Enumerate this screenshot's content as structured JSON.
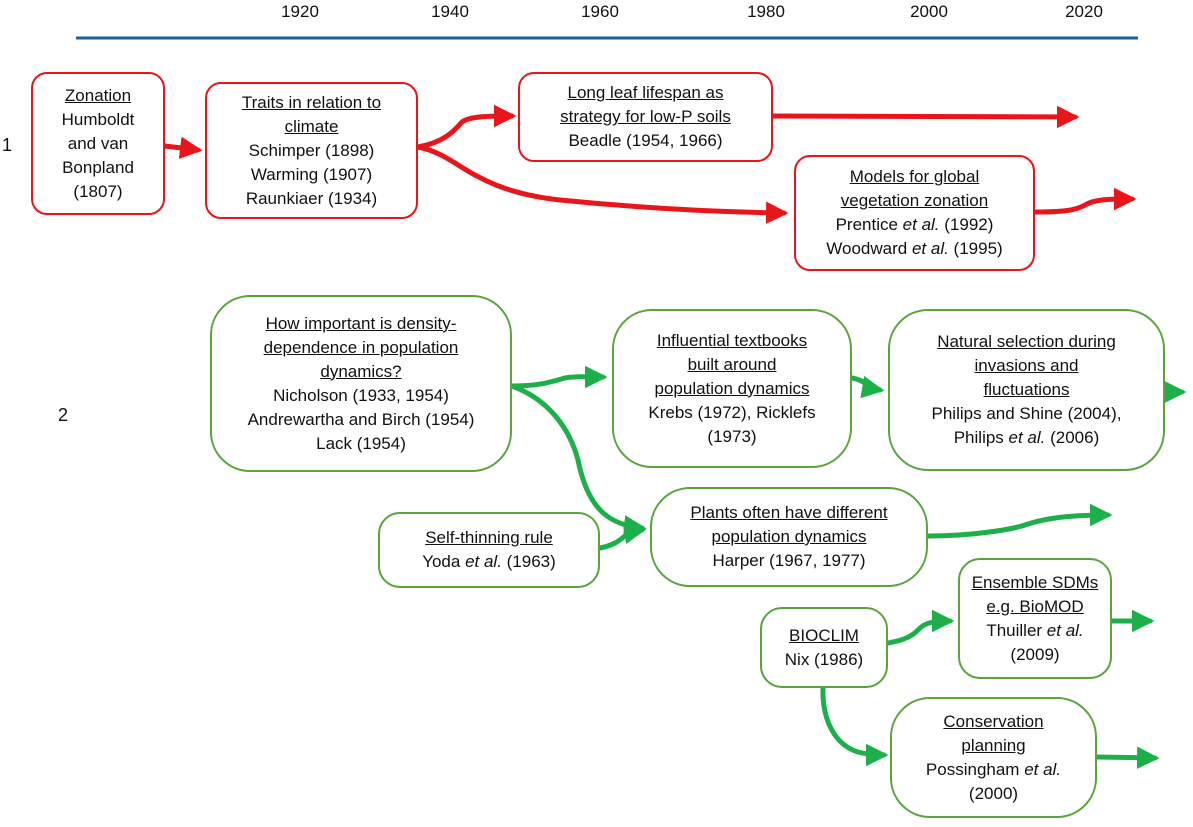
{
  "timeline": {
    "years": [
      "1920",
      "1940",
      "1960",
      "1980",
      "2000",
      "2020"
    ]
  },
  "rows": [
    "1",
    "2"
  ],
  "colors": {
    "axis": "#1f5f9e",
    "red": "#e8151b",
    "green": "#1db04a",
    "green_border": "#5aa33d"
  },
  "nodes": {
    "zonation": {
      "title": "Zonation",
      "refs": [
        "Humboldt",
        "and van",
        "Bonpland",
        "(1807)"
      ]
    },
    "traits": {
      "title": [
        "Traits in relation to",
        "climate"
      ],
      "refs": [
        "Schimper (1898)",
        "Warming (1907)",
        "Raunkiaer (1934)"
      ]
    },
    "leaf": {
      "title": [
        "Long leaf lifespan as",
        "strategy for low-P soils"
      ],
      "refs": [
        "Beadle (1954, 1966)"
      ]
    },
    "models": {
      "title": [
        "Models for global",
        "vegetation zonation"
      ],
      "refs": [
        [
          "Prentice ",
          "et al.",
          " (1992)"
        ],
        [
          "Woodward ",
          "et al.",
          " (1995)"
        ]
      ]
    },
    "density": {
      "title": [
        "How important is density-",
        "dependence in population",
        "dynamics?"
      ],
      "refs": [
        "Nicholson (1933, 1954)",
        "Andrewartha and Birch (1954)",
        "Lack (1954)"
      ]
    },
    "textbooks": {
      "title": [
        "Influential textbooks",
        "built around",
        "population dynamics"
      ],
      "refs": [
        "Krebs (1972), Ricklefs",
        "(1973)"
      ]
    },
    "selection": {
      "title": [
        "Natural selection during",
        "invasions and",
        "fluctuations"
      ],
      "refs": [
        "Philips and Shine (2004),",
        [
          "Philips ",
          "et al.",
          " (2006)"
        ]
      ]
    },
    "selfthin": {
      "title": [
        "Self-thinning rule"
      ],
      "refs": [
        [
          "Yoda ",
          "et al.",
          " (1963)"
        ]
      ]
    },
    "plants": {
      "title": [
        "Plants often have different",
        "population dynamics"
      ],
      "refs": [
        "Harper (1967, 1977)"
      ]
    },
    "bioclim": {
      "title": [
        "BIOCLIM"
      ],
      "refs": [
        "Nix (1986)"
      ]
    },
    "ensemble": {
      "title": [
        "Ensemble SDMs",
        "e.g. BioMOD"
      ],
      "refs": [
        [
          "Thuiller ",
          "et al.",
          ""
        ],
        "(2009)"
      ]
    },
    "conservation": {
      "title": [
        "Conservation",
        "planning"
      ],
      "refs": [
        [
          "Possingham ",
          "et al.",
          ""
        ],
        "(2000)"
      ]
    }
  }
}
